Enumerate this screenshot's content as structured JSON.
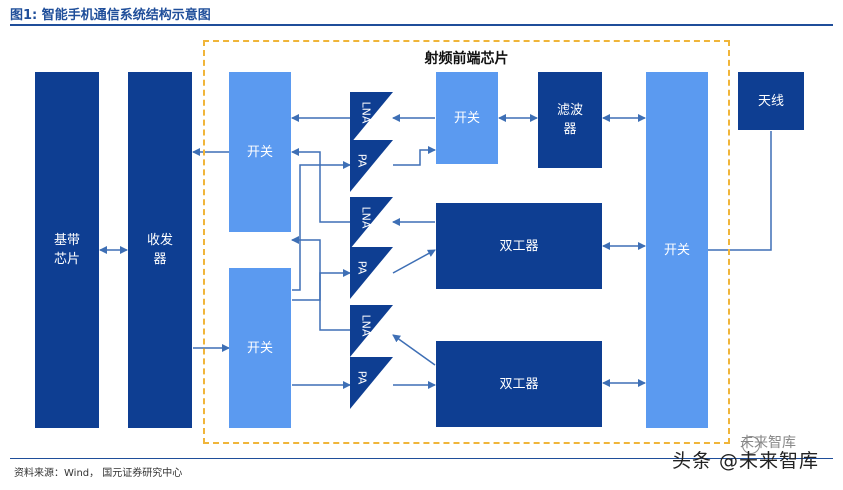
{
  "figure_title": "图1: 智能手机通信系统结构示意图",
  "rf_module_label": "射频前端芯片",
  "blocks": {
    "baseband": "基带\n芯片",
    "transceiver": "收发\n器",
    "switch_top_left": "开关",
    "switch_bottom_left": "开关",
    "switch_top_right": "开关",
    "filter": "滤波\n器",
    "duplexer_1": "双工器",
    "duplexer_2": "双工器",
    "switch_right": "开关",
    "antenna": "天线"
  },
  "amplifiers": [
    "LNA",
    "PA",
    "LNA",
    "PA",
    "LNA",
    "PA"
  ],
  "source": "资料来源：Wind， 国元证券研究中心",
  "watermark": "头条 @未来智库",
  "watermark_top": "未来智库",
  "colors": {
    "dark_block": "#0e3e92",
    "light_block": "#5b9af0",
    "module_border": "#f0b53a",
    "line": "#3e6fb5"
  }
}
